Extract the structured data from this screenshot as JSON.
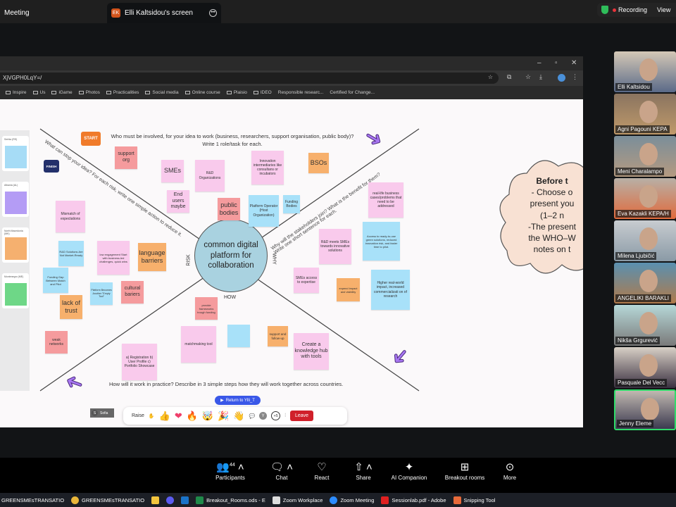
{
  "zoom": {
    "meeting_tab": "Meeting",
    "screen_tab": "Elli Kaltsidou's screen",
    "screen_initials": "EK",
    "recording": "Recording",
    "view": "View"
  },
  "browser": {
    "url": "XjVGPH0LqY=/",
    "bookmarks": [
      "Inspire",
      "Us",
      "iGame",
      "Photos",
      "Practicalities",
      "Social media",
      "Online course",
      "Plaisio",
      "IDEO",
      "Responsible researc...",
      "Certified for Change..."
    ]
  },
  "sidebar": {
    "cards": [
      {
        "label": "Serbia (RS)",
        "color": "#a6dcf6"
      },
      {
        "label": "Albania (AL)",
        "color": "#b49cf5"
      },
      {
        "label": "North Macedonia (MK)",
        "color": "#f5b06f"
      },
      {
        "label": "Montenegro (ME)",
        "color": "#6ed787"
      }
    ]
  },
  "board": {
    "top_prompt_1": "Who must be involved, for your idea to work (business, researchers, support organisation, public body)?",
    "top_prompt_2": "Write 1 role/task for each.",
    "risk_prompt": "What can stop your idea? For each risk, write one simple action to reduce it.",
    "why_prompt_1": "Why will the stakeholders join? What is the benefit for them?",
    "why_prompt_2": "Write one short sentence for each.",
    "how_prompt": "How will it work in practice? Describe in 3 simple steps how they will work together across countries.",
    "center": "common digital platform for collaboration",
    "label_risk": "RISK",
    "label_why": "WHY",
    "label_how": "HOW",
    "start": "START",
    "finish": "FINISH",
    "notes": [
      "support org",
      "SMEs",
      "R&D Organizations",
      "End users maybe",
      "Innovation intermediaries like consultans or incubators",
      "BSOs",
      "public bodies",
      "Platform Operator (Host Organization)",
      "Funding Bodies",
      "real-life business cases/problems that need to be addressed",
      "Mismatch of expectations",
      "R&D Solutions Are Not Market-Ready",
      "low engagement Start with business-led challenges, quick wins",
      "language barriers",
      "Funding Gap Between Match and Pilot",
      "Platform Becomes Another \"Empty Tool\"",
      "cultural bariers",
      "lack of trust",
      "R&D meets SMEs towards innovative solutions",
      "Access to ready-to-use green solutions, reduced innovation risk, and faster time to pilot.",
      "SMEs access to expertise",
      "expend impact and visibility",
      "Higher real-world impact, increased commercializati on of research",
      "provide frameworks trough funding",
      "weak networks",
      "matchmaking tool",
      "",
      "support and follow-up",
      "Create a knowledge hub with tools",
      "a) Registration b) User Profile c) Portfolio Showcase"
    ],
    "cloud": [
      "Before t",
      "- Choose o",
      "present you",
      "(1–2 n",
      "-The present",
      "the WHO–W",
      "notes on t"
    ]
  },
  "miro_toolbar": {
    "return": "Return to Ylli_T",
    "sofia_initial": "S",
    "sofia": "Sofia",
    "raise": "Raise",
    "more_count": "+5",
    "leave": "Leave",
    "avatar_initial": "Y"
  },
  "gallery": [
    "Elli Kaltsidou",
    "Agni Pagouni KEPA",
    "Meni Charalampo",
    "Eva Kazakli KEPA/H",
    "Milena Ljubičić",
    "ANGELIKI BARAKLI",
    "Nikša Grgurević",
    "Pasquale Del Vecc",
    "Jenny Eleme"
  ],
  "controls": {
    "participants": "Participants",
    "participants_count": "44",
    "chat": "Chat",
    "react": "React",
    "share": "Share",
    "ai": "AI Companion",
    "breakout": "Breakout rooms",
    "more": "More"
  },
  "taskbar": [
    "GREENSMEsTRANSATIO",
    "GREENSMEsTRANSATIO",
    "Breakout_Rooms.ods - E",
    "Zoom Workplace",
    "Zoom Meeting",
    "Sessionlab.pdf - Adobe",
    "Snipping Tool"
  ]
}
